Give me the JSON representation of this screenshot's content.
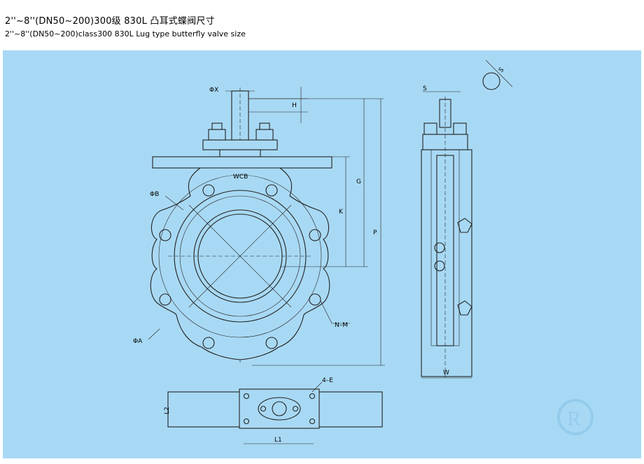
{
  "header": {
    "title_cn": "2''~8''(DN50~200)300级 830L 凸耳式蝶阀尺寸",
    "title_en": "2''~8''(DN50~200)class300 830L Lug type butterfly valve size"
  },
  "drawing": {
    "front_view": {
      "marking": "WCB",
      "dims": {
        "phi_x": "ΦX",
        "h": "H",
        "g": "G",
        "k": "K",
        "p": "P",
        "phi_b": "ΦB",
        "phi_a": "ΦA",
        "n_m": "N–M"
      }
    },
    "side_view": {
      "dims": {
        "s_top": "S",
        "w": "W"
      }
    },
    "stem_detail": {
      "s": "S"
    },
    "bottom_view": {
      "dims": {
        "e": "4–E",
        "l1": "L1",
        "l2": "L2"
      }
    },
    "watermark_mark": "R",
    "colors": {
      "panel": "#a8d9f4",
      "line": "#222222"
    }
  }
}
